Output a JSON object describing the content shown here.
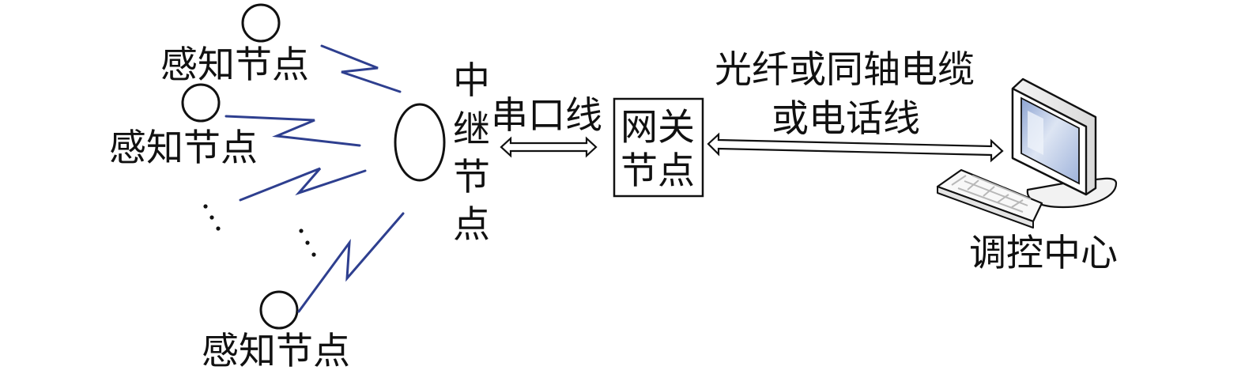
{
  "nodes": {
    "sensor_label": "感知节点",
    "relay_chars": [
      "中",
      "继",
      "节",
      "点"
    ],
    "gateway_lines": [
      "网关",
      "节点"
    ],
    "control_center_label": "调控中心"
  },
  "links": {
    "serial_label": "串口线",
    "long_link_lines": [
      "光纤或同轴电缆",
      "或电话线"
    ]
  },
  "colors": {
    "wireless_link": "#2e3f8f",
    "outline": "#111111",
    "screen_tint": "#b4c3e0"
  },
  "icons": {
    "wireless": "lightning-bolt-icon",
    "control_center": "desktop-computer-icon"
  }
}
